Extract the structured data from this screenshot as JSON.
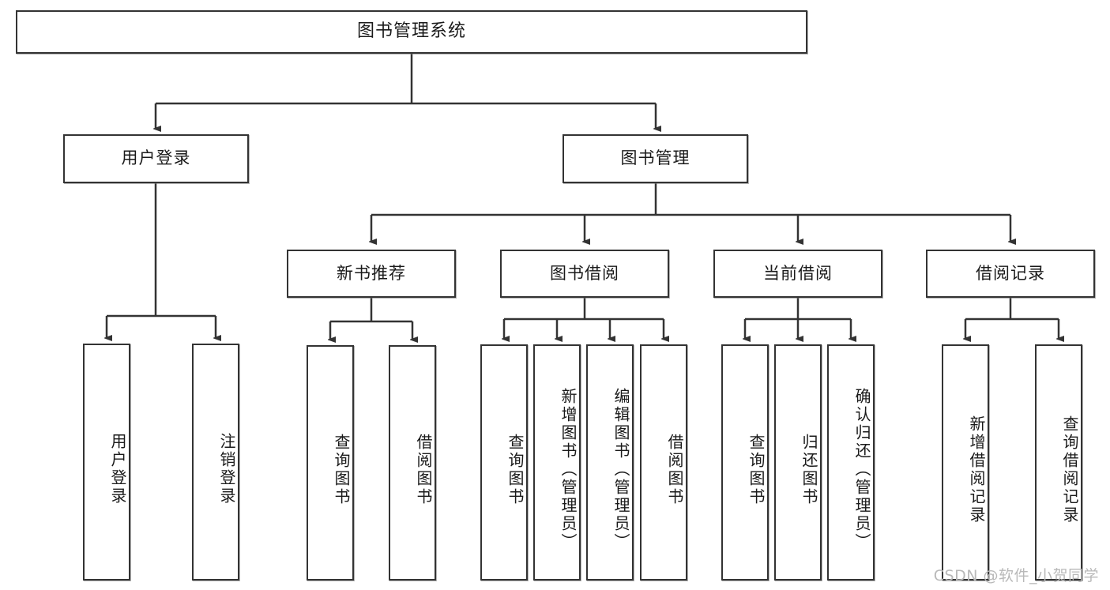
{
  "diagram": {
    "title": "图书管理系统",
    "type": "tree",
    "watermark": "CSDN @软件_小贺同学",
    "colors": {
      "box_border": "#333333",
      "box_fill": "#ffffff",
      "edge": "#333333",
      "text": "#1a1a1a",
      "watermark": "#b9b9b9"
    },
    "nodes": {
      "root": {
        "label": "图书管理系统"
      },
      "level2": [
        {
          "id": "user-login",
          "label": "用户登录"
        },
        {
          "id": "book-manage",
          "label": "图书管理"
        }
      ],
      "level3": [
        {
          "id": "new-book-recommend",
          "label": "新书推荐"
        },
        {
          "id": "book-borrow",
          "label": "图书借阅"
        },
        {
          "id": "current-borrow",
          "label": "当前借阅"
        },
        {
          "id": "borrow-record",
          "label": "借阅记录"
        }
      ],
      "leaves": {
        "user_login": [
          {
            "id": "leaf-user-login",
            "label": "用户登录"
          },
          {
            "id": "leaf-logout-login",
            "label": "注销登录"
          }
        ],
        "new_book_recommend": [
          {
            "id": "leaf-query-book-1",
            "label": "查询图书"
          },
          {
            "id": "leaf-borrow-book-1",
            "label": "借阅图书"
          }
        ],
        "book_borrow": [
          {
            "id": "leaf-query-book-2",
            "label": "查询图书"
          },
          {
            "id": "leaf-add-book",
            "label": "新增图书（管理员）"
          },
          {
            "id": "leaf-edit-book",
            "label": "编辑图书（管理员）"
          },
          {
            "id": "leaf-borrow-book-2",
            "label": "借阅图书"
          }
        ],
        "current_borrow": [
          {
            "id": "leaf-query-book-3",
            "label": "查询图书"
          },
          {
            "id": "leaf-return-book",
            "label": "归还图书"
          },
          {
            "id": "leaf-confirm-return",
            "label": "确认归还（管理员）"
          }
        ],
        "borrow_record": [
          {
            "id": "leaf-add-record",
            "label": "新增借阅记录"
          },
          {
            "id": "leaf-query-record",
            "label": "查询借阅记录"
          }
        ]
      }
    }
  }
}
